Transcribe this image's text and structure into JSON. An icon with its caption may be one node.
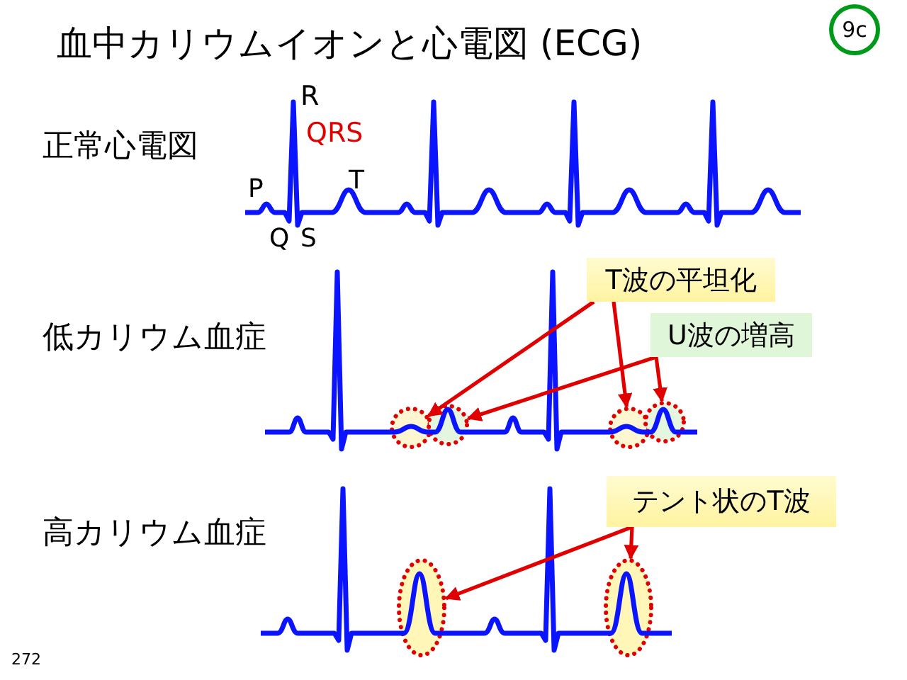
{
  "diagram": {
    "title": "血中カリウムイオンと心電図 (ECG)",
    "nodes": [
      {
        "text": [
          "9c"
        ]
      },
      {
        "text": [
          "T波の平坦化"
        ]
      },
      {
        "text": [
          "U波の増高"
        ]
      },
      {
        "text": [
          "テント状のT波"
        ]
      },
      {
        "text": [],
        "shape": "circle"
      },
      {
        "text": [],
        "shape": "circle"
      },
      {
        "text": [],
        "shape": "circle"
      },
      {
        "text": [],
        "shape": "circle"
      },
      {
        "text": [],
        "shape": "ellipse"
      },
      {
        "text": [],
        "shape": "ellipse"
      }
    ],
    "edges": [
      {
        "from": 1,
        "to": 4,
        "arrow": "to"
      },
      {
        "from": 1,
        "to": 6,
        "arrow": "to"
      },
      {
        "from": 2,
        "to": 5,
        "arrow": "to"
      },
      {
        "from": 2,
        "to": 7,
        "arrow": "to"
      },
      {
        "from": 3,
        "to": 8,
        "arrow": "to"
      },
      {
        "from": 3,
        "to": 9,
        "arrow": "to"
      }
    ],
    "labels": [
      "R",
      "正常心電図",
      "QRS",
      "P",
      "T",
      "Q",
      "S",
      "低カリウム血症",
      "高カリウム血症",
      "272"
    ]
  }
}
